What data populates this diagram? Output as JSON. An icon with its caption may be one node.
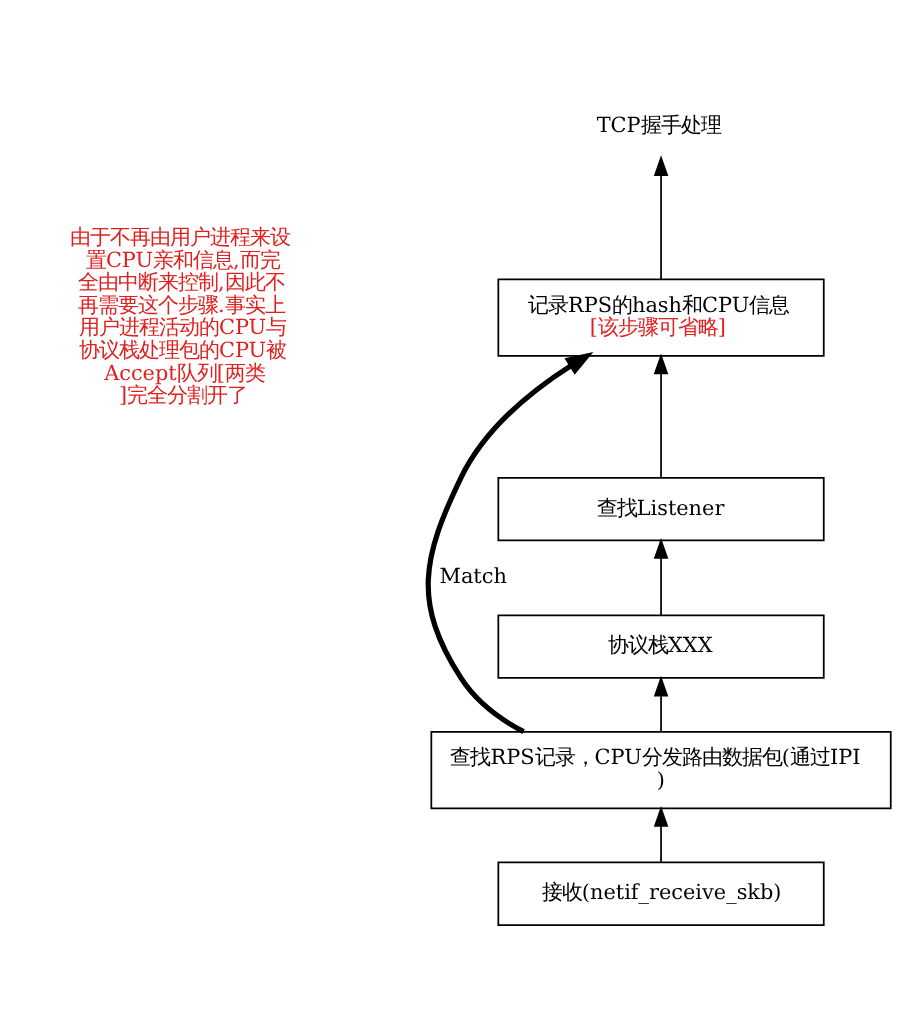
{
  "diagram": {
    "nodes": [
      {
        "text": [
          "TCP握手处理"
        ]
      },
      {
        "text": [
          "记录RPS的hash和CPU信息",
          "[该步骤可省略]"
        ]
      },
      {
        "text": [
          "查找Listener"
        ]
      },
      {
        "text": [
          "协议栈XXX"
        ]
      },
      {
        "text": [
          "查找RPS记录，CPU分发路由数据包(通过IPI)"
        ]
      },
      {
        "text": [
          "接收(netif_receive_skb)"
        ]
      }
    ],
    "edges": [
      {
        "from": 5,
        "to": 4,
        "arrow": "to"
      },
      {
        "from": 4,
        "to": 3,
        "arrow": "to"
      },
      {
        "from": 3,
        "to": 2,
        "arrow": "to"
      },
      {
        "from": 2,
        "to": 1,
        "arrow": "to"
      },
      {
        "from": 1,
        "to": 0,
        "arrow": "to"
      },
      {
        "from": 4,
        "to": 1,
        "arrow": "to",
        "label": "Match",
        "style": "thick"
      }
    ],
    "labels": [
      "由于不再由用户进程来设置CPU亲和信息,而完全由中断来控制,因此不再需要这个步骤.事实上用户进程活动的CPU与协议栈处理包的CPU被Accept队列[两类]完全分割开了"
    ]
  }
}
